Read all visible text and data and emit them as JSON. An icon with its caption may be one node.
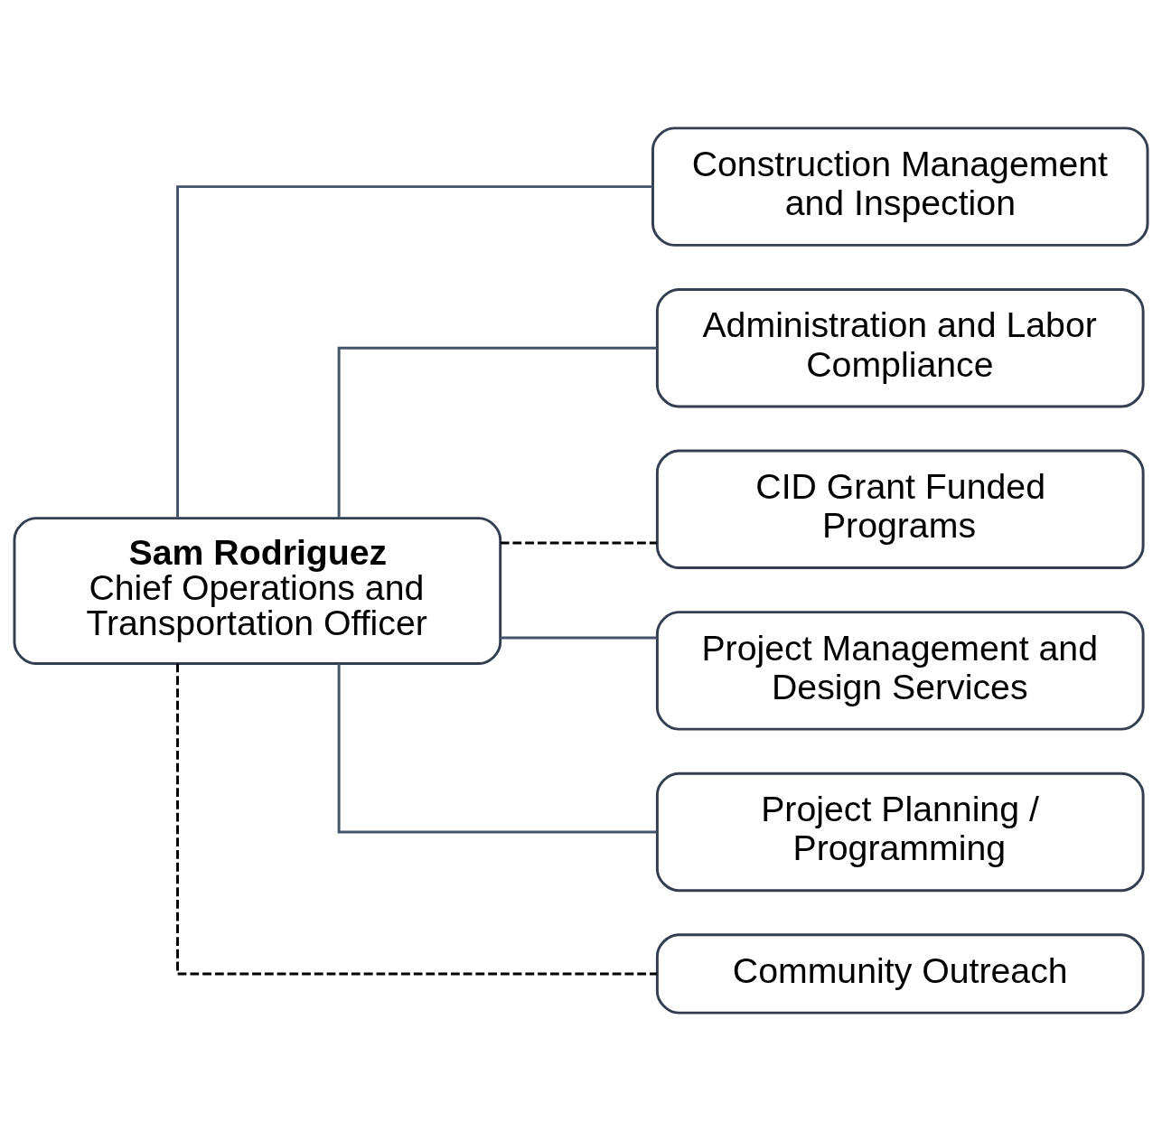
{
  "diagram": {
    "nodes": [
      {
        "text": [
          "Sam Rodriguez",
          "Chief Operations and Transportation Officer"
        ]
      },
      {
        "text": [
          "Construction Management and Inspection"
        ]
      },
      {
        "text": [
          "Administration and Labor Compliance"
        ]
      },
      {
        "text": [
          "CID Grant Funded Programs"
        ]
      },
      {
        "text": [
          "Project Management and Design Services"
        ]
      },
      {
        "text": [
          "Project Planning / Programming"
        ]
      },
      {
        "text": [
          "Community Outreach"
        ]
      }
    ],
    "edges": [
      {
        "from": 0,
        "to": 1,
        "arrow": "none"
      },
      {
        "from": 0,
        "to": 2,
        "arrow": "none"
      },
      {
        "from": 0,
        "to": 3,
        "arrow": "none",
        "style": "dashed",
        "color": "#000000"
      },
      {
        "from": 0,
        "to": 4,
        "arrow": "none"
      },
      {
        "from": 0,
        "to": 5,
        "arrow": "none"
      },
      {
        "from": 0,
        "to": 6,
        "arrow": "none",
        "style": "dashed",
        "color": "#000000"
      }
    ]
  }
}
